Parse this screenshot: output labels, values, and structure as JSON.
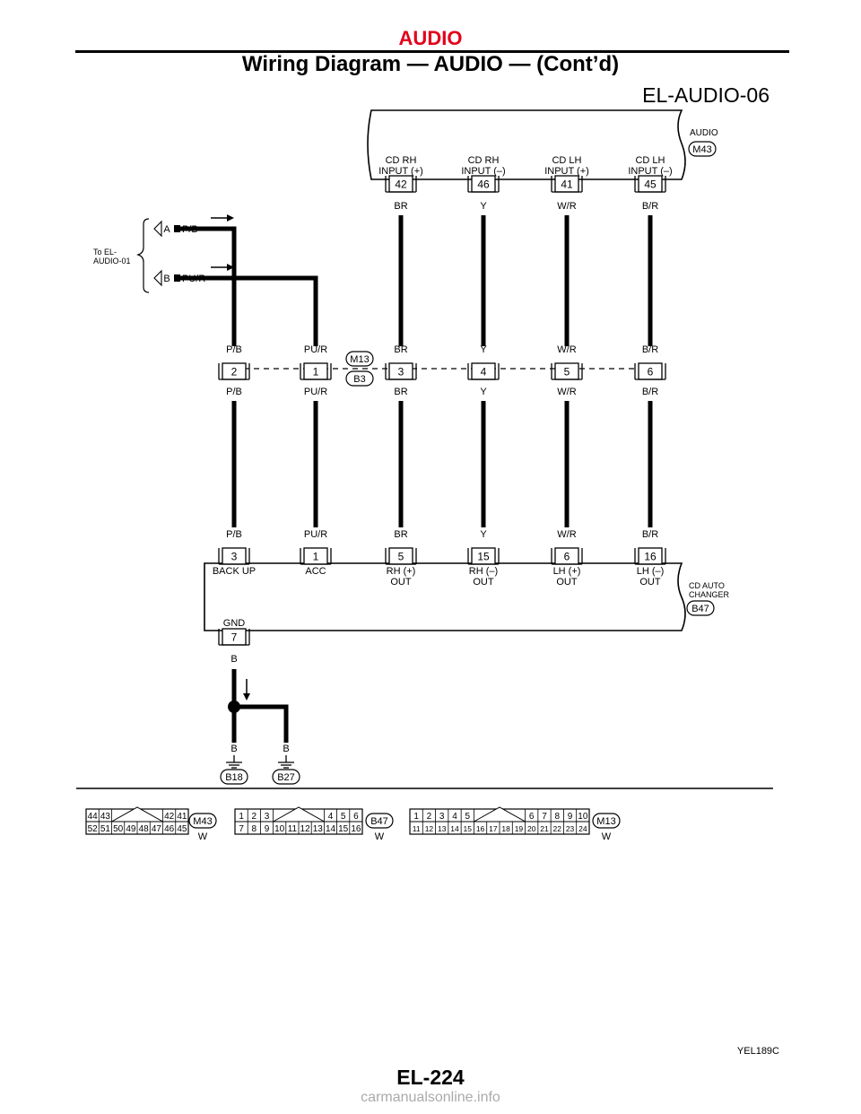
{
  "header": {
    "section": "AUDIO",
    "title": "Wiring Diagram — AUDIO — (Cont’d)"
  },
  "diagram": {
    "code": "EL-AUDIO-06",
    "reference": "YEL189C",
    "page_number": "EL-224",
    "footer": "carmanualsonline.info",
    "accent_color": "#e3001b"
  },
  "audio_unit": {
    "name": "AUDIO",
    "connector": "M43",
    "terminals": [
      {
        "label": "CD RH\nINPUT (+)",
        "pin": "42",
        "wire": "BR"
      },
      {
        "label": "CD RH\nINPUT (–)",
        "pin": "46",
        "wire": "Y"
      },
      {
        "label": "CD LH\nINPUT (+)",
        "pin": "41",
        "wire": "W/R"
      },
      {
        "label": "CD LH\nINPUT (–)",
        "pin": "45",
        "wire": "B/R"
      }
    ]
  },
  "to_reference": {
    "label": "To EL-\nAUDIO-01",
    "items": [
      {
        "letter": "A",
        "wire": "P/B"
      },
      {
        "letter": "B",
        "wire": "PU/R"
      }
    ]
  },
  "joint_connector": {
    "top": "M13",
    "bottom": "B3",
    "terminals": [
      {
        "pin": "2",
        "wire_top": "P/B",
        "wire_bottom": "P/B"
      },
      {
        "pin": "1",
        "wire_top": "PU/R",
        "wire_bottom": "PU/R"
      },
      {
        "pin": "3",
        "wire_top": "BR",
        "wire_bottom": "BR"
      },
      {
        "pin": "4",
        "wire_top": "Y",
        "wire_bottom": "Y"
      },
      {
        "pin": "5",
        "wire_top": "W/R",
        "wire_bottom": "W/R"
      },
      {
        "pin": "6",
        "wire_top": "B/R",
        "wire_bottom": "B/R"
      }
    ]
  },
  "changer": {
    "name": "CD AUTO\nCHANGER",
    "connector": "B47",
    "terminals": [
      {
        "label": "BACK UP",
        "pin": "3",
        "wire": "P/B"
      },
      {
        "label": "ACC",
        "pin": "1",
        "wire": "PU/R"
      },
      {
        "label": "RH (+)\nOUT",
        "pin": "5",
        "wire": "BR"
      },
      {
        "label": "RH (–)\nOUT",
        "pin": "15",
        "wire": "Y"
      },
      {
        "label": "LH (+)\nOUT",
        "pin": "6",
        "wire": "W/R"
      },
      {
        "label": "LH (–)\nOUT",
        "pin": "16",
        "wire": "B/R"
      }
    ],
    "ground": {
      "label": "GND",
      "pin": "7",
      "wire": "B"
    }
  },
  "grounds": [
    {
      "wire": "B",
      "name": "B18"
    },
    {
      "wire": "B",
      "name": "B27"
    }
  ],
  "connector_views": [
    {
      "name": "M43",
      "color": "W",
      "left_top": [
        "44",
        "43"
      ],
      "right_top": [
        "42",
        "41"
      ],
      "left_bottom": [
        "52",
        "51",
        "50",
        "49",
        "48",
        "47",
        "46",
        "45"
      ],
      "right_bottom": []
    },
    {
      "name": "B47",
      "color": "W",
      "left_top": [
        "1",
        "2",
        "3"
      ],
      "right_top": [
        "4",
        "5",
        "6"
      ],
      "left_bottom": [
        "7",
        "8",
        "9",
        "10",
        "11",
        "12",
        "13",
        "14",
        "15",
        "16"
      ],
      "right_bottom": []
    },
    {
      "name": "M13",
      "color": "W",
      "left_top": [
        "1",
        "2",
        "3",
        "4",
        "5"
      ],
      "right_top": [
        "6",
        "7",
        "8",
        "9",
        "10"
      ],
      "left_bottom": [
        "11",
        "12",
        "13",
        "14",
        "15",
        "16",
        "17",
        "18",
        "19",
        "20",
        "21",
        "22",
        "23",
        "24"
      ],
      "right_bottom": []
    }
  ]
}
